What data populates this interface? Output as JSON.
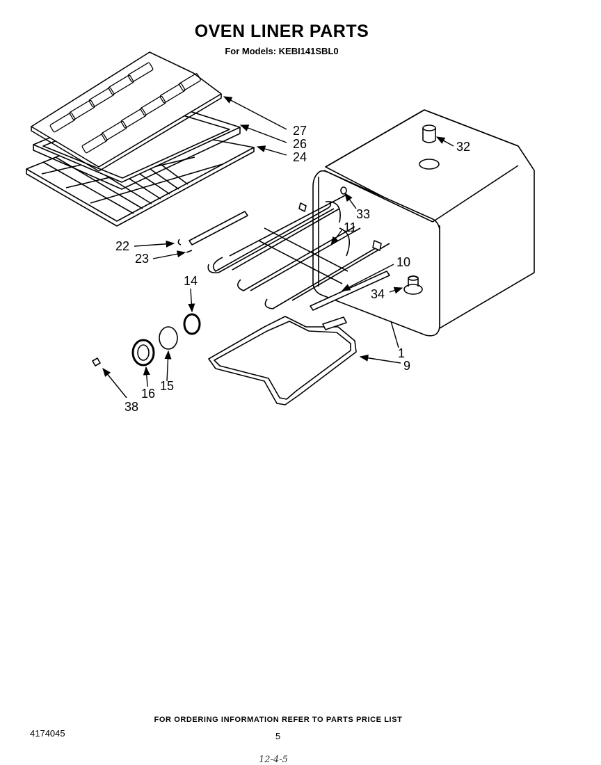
{
  "header": {
    "title": "OVEN LINER PARTS",
    "subtitle": "For Models: KEBI141SBL0"
  },
  "callouts": [
    {
      "id": "27",
      "label": "27"
    },
    {
      "id": "26",
      "label": "26"
    },
    {
      "id": "24",
      "label": "24"
    },
    {
      "id": "32",
      "label": "32"
    },
    {
      "id": "33",
      "label": "33"
    },
    {
      "id": "11",
      "label": "11"
    },
    {
      "id": "22",
      "label": "22"
    },
    {
      "id": "23",
      "label": "23"
    },
    {
      "id": "10",
      "label": "10"
    },
    {
      "id": "14",
      "label": "14"
    },
    {
      "id": "34",
      "label": "34"
    },
    {
      "id": "1",
      "label": "1"
    },
    {
      "id": "9",
      "label": "9"
    },
    {
      "id": "16",
      "label": "16"
    },
    {
      "id": "15",
      "label": "15"
    },
    {
      "id": "38",
      "label": "38"
    }
  ],
  "footer": {
    "ordering_note": "FOR ORDERING INFORMATION REFER TO PARTS PRICE LIST",
    "document_number": "4174045",
    "page_number": "5",
    "handwritten_note": "12-4-5"
  }
}
